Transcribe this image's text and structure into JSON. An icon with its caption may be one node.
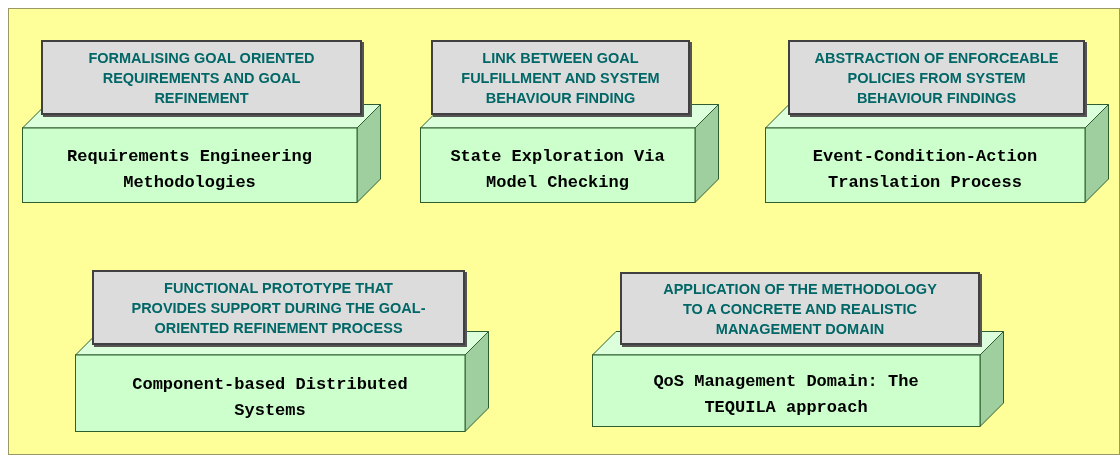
{
  "diagram": {
    "nodes": [
      {
        "text": [
          "FORMALISING GOAL ORIENTED REQUIREMENTS AND GOAL REFINEMENT"
        ]
      },
      {
        "text": [
          "Requirements Engineering Methodologies"
        ]
      },
      {
        "text": [
          "LINK BETWEEN GOAL FULFILLMENT AND SYSTEM BEHAVIOUR FINDING"
        ]
      },
      {
        "text": [
          "State Exploration Via Model Checking"
        ]
      },
      {
        "text": [
          "ABSTRACTION OF ENFORCEABLE POLICIES FROM SYSTEM BEHAVIOUR FINDINGS"
        ]
      },
      {
        "text": [
          "Event-Condition-Action Translation Process"
        ]
      },
      {
        "text": [
          "FUNCTIONAL PROTOTYPE THAT PROVIDES SUPPORT DURING THE GOAL-ORIENTED REFINEMENT PROCESS"
        ]
      },
      {
        "text": [
          "Component-based Distributed Systems"
        ]
      },
      {
        "text": [
          "APPLICATION OF THE METHODOLOGY TO A CONCRETE AND REALISTIC MANAGEMENT DOMAIN"
        ]
      },
      {
        "text": [
          "QoS Management Domain: The TEQUILA approach"
        ]
      }
    ],
    "edges": []
  }
}
